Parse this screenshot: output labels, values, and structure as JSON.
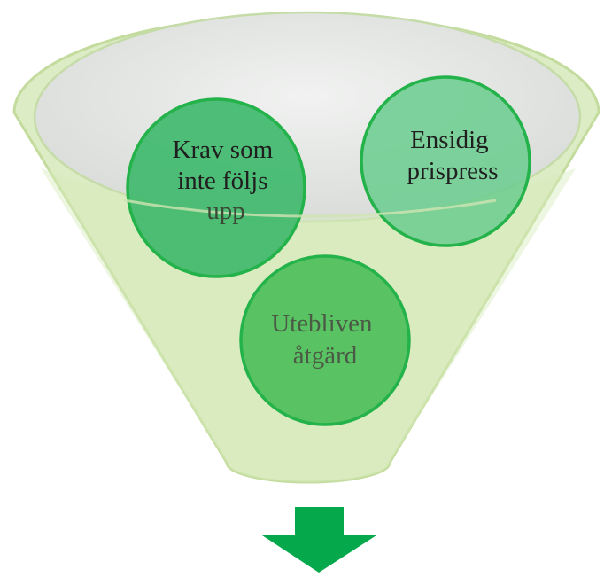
{
  "diagram": {
    "type": "funnel",
    "items": [
      {
        "id": "krav",
        "lines": [
          "Krav som",
          "inte följs",
          "upp"
        ]
      },
      {
        "id": "prispress",
        "lines": [
          "Ensidig",
          "prispress"
        ]
      },
      {
        "id": "atgard",
        "lines": [
          "Utebliven",
          "åtgärd"
        ]
      }
    ],
    "colors": {
      "funnel_fill": "#dcecc4",
      "funnel_stroke": "#c3dc9e",
      "rim_inner": "#e3e5e3",
      "circle_stroke": "#24b24a",
      "circle_krav": "#3cb86a",
      "circle_prispress": "#6acd8e",
      "circle_atgard": "#52c05e",
      "text_dark": "#1f1f1f",
      "text_muted": "#4a5a44",
      "arrow": "#05a94c"
    }
  }
}
